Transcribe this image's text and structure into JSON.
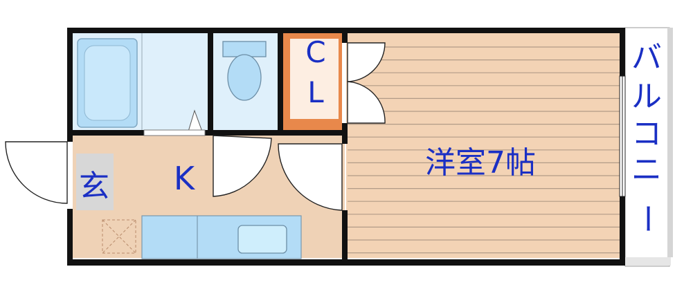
{
  "rooms": {
    "closet": {
      "line1": "C",
      "line2": "L"
    },
    "western_room": "洋室7帖",
    "kitchen": "K",
    "entrance": "玄",
    "balcony": [
      "バ",
      "ル",
      "コ",
      "ニ",
      "ー"
    ]
  },
  "colors": {
    "wall": "#111111",
    "floor_wood": "#f3d3b5",
    "floor_line": "#b29b87",
    "kitchen_floor": "#efd2b6",
    "bath_blue": "#dff0fb",
    "fixture_blue": "#b3dcf6",
    "closet_frame": "#e8884b",
    "closet_inner": "#fdeee2",
    "entrance_gray": "#d7d7d7",
    "balcony_shade": "#d5d5d5",
    "label_blue": "#1a2fc4"
  }
}
